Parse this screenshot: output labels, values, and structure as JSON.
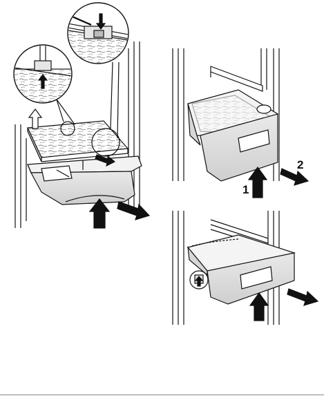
{
  "illustration": {
    "panel_left": {
      "name": "crisper-removal-overview"
    },
    "panel_top_right": {
      "name": "drawer-removal-steps",
      "step_labels": [
        "1",
        "2"
      ]
    },
    "panel_bottom_right": {
      "name": "drawer-latch-release"
    }
  },
  "colors": {
    "line": "#111111",
    "hatch": "#555555",
    "shade": "#c8c8c8",
    "light_shade": "#e6e6e6",
    "paper": "#ffffff"
  }
}
